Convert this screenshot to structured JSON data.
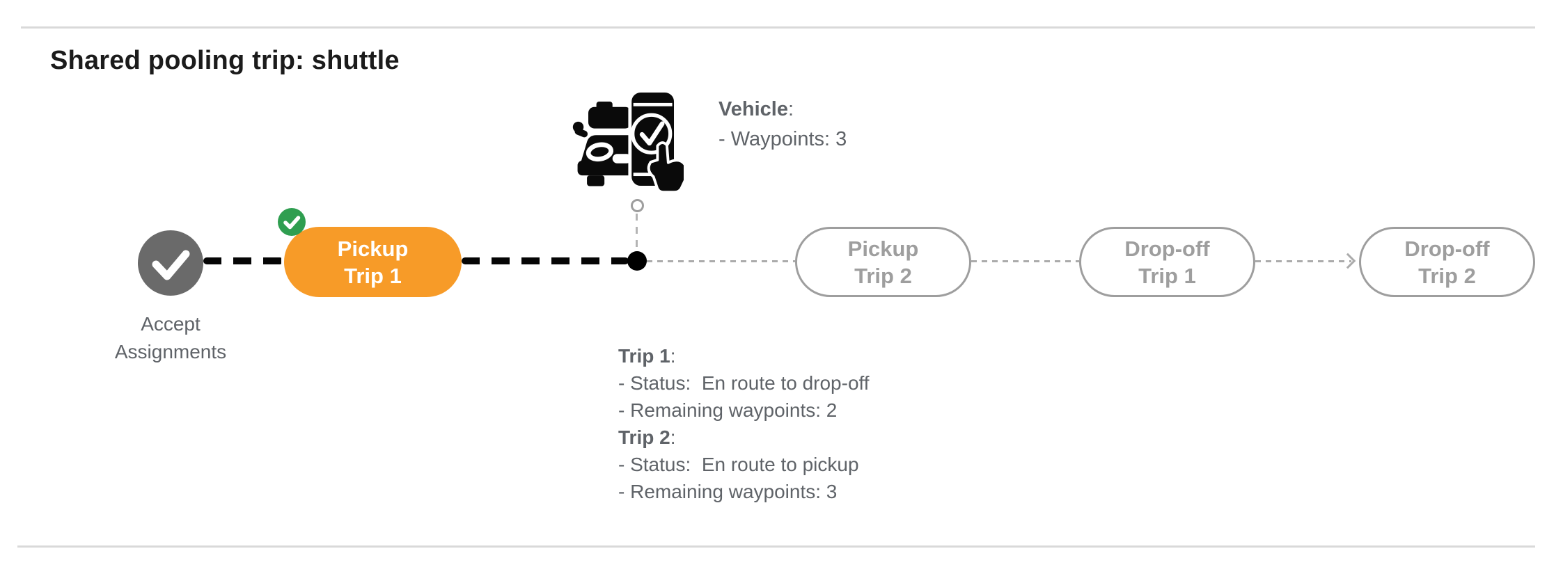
{
  "page": {
    "title": "Shared pooling trip: shuttle"
  },
  "vehicle_info": {
    "label": "Vehicle",
    "colon": ":",
    "waypoints_line": "- Waypoints: 3"
  },
  "timeline": {
    "accept_node": {
      "label_line1": "Accept",
      "label_line2": "Assignments",
      "icon": "checkmark",
      "state": "completed"
    },
    "nodes": [
      {
        "id": "pickup-trip-1",
        "line1": "Pickup",
        "line2": "Trip 1",
        "state": "current",
        "badge": "completed-check"
      },
      {
        "id": "pickup-trip-2",
        "line1": "Pickup",
        "line2": "Trip 2",
        "state": "upcoming"
      },
      {
        "id": "dropoff-trip-1",
        "line1": "Drop-off",
        "line2": "Trip 1",
        "state": "upcoming"
      },
      {
        "id": "dropoff-trip-2",
        "line1": "Drop-off",
        "line2": "Trip 2",
        "state": "upcoming"
      }
    ]
  },
  "trip_status": {
    "trip1": {
      "title": "Trip 1",
      "colon": ":",
      "lines": [
        "- Status:  En route to drop-off",
        "- Remaining waypoints: 2"
      ]
    },
    "trip2": {
      "title": "Trip 2",
      "colon": ":",
      "lines": [
        "- Status:  En route to pickup",
        "- Remaining waypoints: 3"
      ]
    }
  },
  "colors": {
    "accent_orange": "#F79B28",
    "success_green": "#2F9E50",
    "completed_gray": "#6A6A6A",
    "upcoming_gray": "#9E9E9E",
    "text_gray": "#5F6368",
    "title_black": "#1B1B1B",
    "connector_black": "#050505",
    "connector_gray": "#ABABAB",
    "divider_gray": "#D9D9D9"
  }
}
